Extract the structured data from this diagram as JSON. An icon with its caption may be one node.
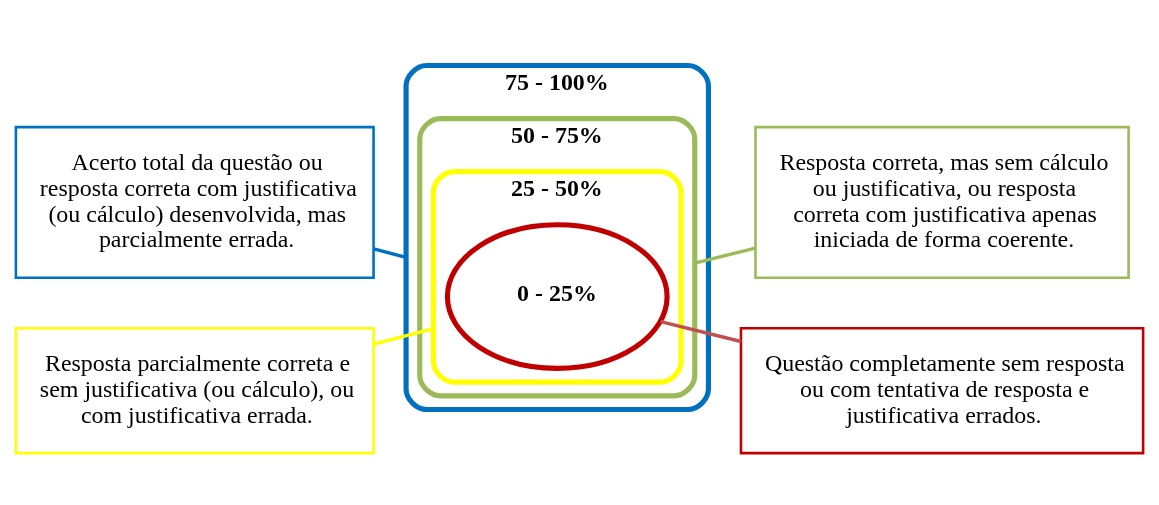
{
  "diagram": {
    "nodes": [
      {
        "text": [
          "75 - 100%"
        ]
      },
      {
        "text": [
          "50 - 75%"
        ],
        "in": 0
      },
      {
        "text": [
          "25 - 50%"
        ],
        "in": 1
      },
      {
        "text": [
          "0 - 25%"
        ],
        "in": 2
      },
      {
        "text": [
          "Acerto total da questão ou resposta correta com justificativa (ou cálculo) desenvolvida, mas parcialmente errada."
        ]
      },
      {
        "text": [
          "Resposta correta, mas sem cálculo ou justificativa, ou resposta correta com justificativa apenas iniciada de forma coerente."
        ]
      },
      {
        "text": [
          "Resposta parcialmente correta e sem justificativa (ou cálculo), ou com justificativa errada."
        ]
      },
      {
        "text": [
          "Questão completamente sem resposta ou com tentativa de resposta e justificativa errados."
        ]
      }
    ],
    "edges": [
      {
        "from": 4,
        "to": 0,
        "arrow": "none",
        "color": "#0070c0"
      },
      {
        "from": 5,
        "to": 1,
        "arrow": "none",
        "color": "#9bbb59"
      },
      {
        "from": 6,
        "to": 2,
        "arrow": "none",
        "color": "#ffff00"
      },
      {
        "from": 7,
        "to": 3,
        "arrow": "none",
        "color": "#c0504d"
      }
    ]
  }
}
